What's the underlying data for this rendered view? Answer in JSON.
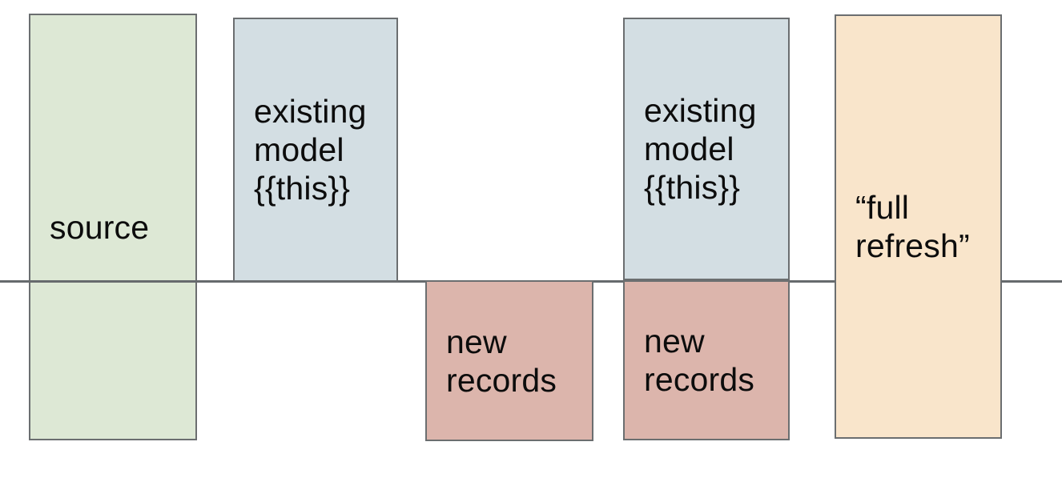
{
  "diagram": {
    "background_color": "#ffffff",
    "border_color": "#6b6e70",
    "timeline": {
      "name": "horizontal-cutoff-line",
      "color": "#666a6d"
    },
    "boxes": {
      "source": {
        "label": "source",
        "fill": "#dde8d5"
      },
      "existing_model_left": {
        "lines": [
          "existing",
          "model",
          "{{this}}"
        ],
        "fill": "#d3dee3"
      },
      "new_records_left": {
        "lines": [
          "new",
          "records"
        ],
        "fill": "#dcb5ac"
      },
      "existing_model_right": {
        "lines": [
          "existing",
          "model",
          "{{this}}"
        ],
        "fill": "#d3dee3"
      },
      "new_records_right": {
        "lines": [
          "new",
          "records"
        ],
        "fill": "#dcb5ac"
      },
      "full_refresh": {
        "lines": [
          "“full",
          "refresh”"
        ],
        "fill": "#f9e5cb"
      }
    }
  }
}
